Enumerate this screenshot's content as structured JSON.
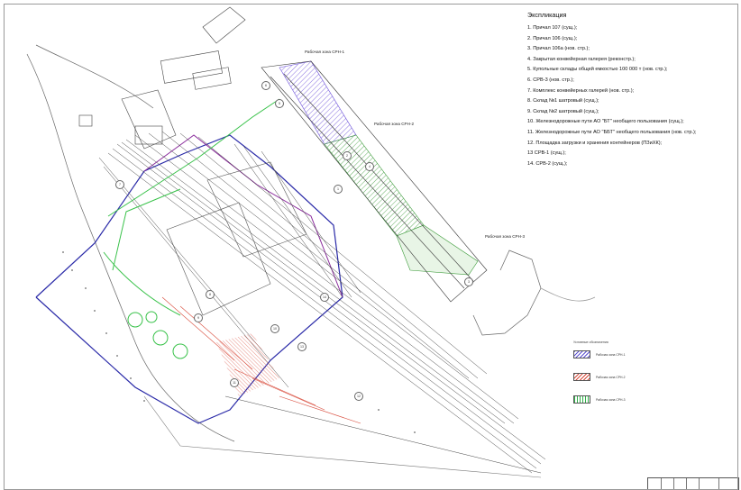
{
  "explication": {
    "title": "Экспликация",
    "items": [
      "1. Причал 107 (сущ.);",
      "2. Причал 106 (сущ.);",
      "3. Причал 106а (нов. стр.);",
      "4. Закрытая конвейерная галерея (реконстр.);",
      "5. Купольные склады общей емкостью 100 000 т (нов. стр.);",
      "6. СРВ-3 (нов. стр.);",
      "7. Комплекс конвейерных галерей (нов. стр.);",
      "8. Склад №1 шатровый (сущ.);",
      "9. Склад №2 шатровый (сущ.);",
      "10. Железнодорожные пути АО \"БТ\" необщего пользования (сущ.);",
      "11. Железнодорожные пути АО \"ББТ\" необщего пользования (нов. стр.);",
      "12. Площадка загрузки и хранения контейнеров (ПЗиХК);",
      "13 СРВ-1 (сущ.);",
      "14. СРВ-2 (сущ.);"
    ]
  },
  "zone_labels": {
    "zone_1": "Рабочая зона СРН-1",
    "zone_2": "Рабочая зона СРН-2",
    "zone_3": "Рабочая зона СРН-3"
  },
  "legend": {
    "title": "Условные обозначения",
    "items": [
      {
        "label": "Рабочая зона СРН-1",
        "color": "#5b4fd0"
      },
      {
        "label": "Рабочая зона СРН-2",
        "color": "#d84a3a"
      },
      {
        "label": "Рабочая зона СРН-3",
        "color": "#31b14a"
      }
    ]
  },
  "colors": {
    "lines": "#333333",
    "blue": "#2a2aa8",
    "purple": "#8a2c9c",
    "green": "#39c24a",
    "red": "#d84a3a",
    "hatch": "#4a8a3a"
  },
  "markers": [
    "1",
    "2",
    "3",
    "4",
    "5",
    "6",
    "7",
    "8",
    "9",
    "10",
    "11",
    "12",
    "13",
    "14"
  ]
}
